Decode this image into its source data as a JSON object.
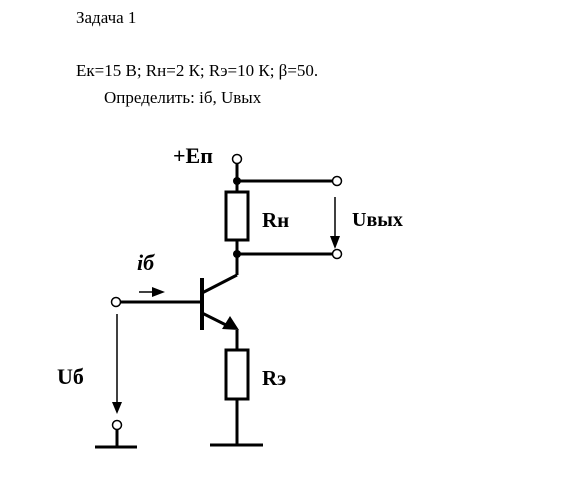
{
  "problem": {
    "title": "Задача 1",
    "given": "Eк=15 В; Rн=2 К; Rэ=10 К; β=50.",
    "task": "Определить: iб, Uвых"
  },
  "circuit": {
    "supply_label": "+Eп",
    "load_resistor_label": "Rн",
    "output_voltage_label": "Uвых",
    "base_current_label": "iб",
    "input_voltage_label": "Uб",
    "emitter_resistor_label": "Rэ"
  }
}
